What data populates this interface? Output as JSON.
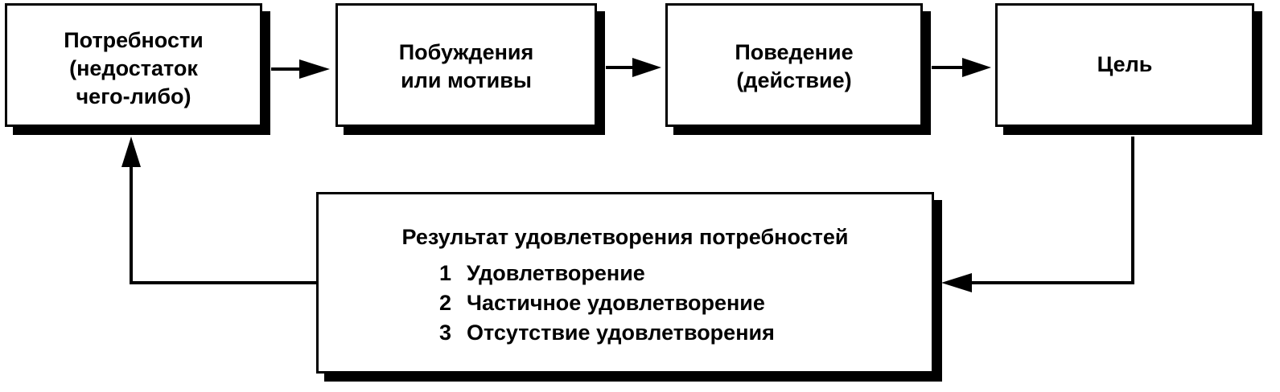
{
  "nodes": {
    "needs": {
      "lines": [
        "Потребности",
        "(недостаток",
        "чего-либо)"
      ]
    },
    "motives": {
      "lines": [
        "Побуждения",
        "или мотивы"
      ]
    },
    "behavior": {
      "lines": [
        "Поведение",
        "(действие)"
      ]
    },
    "goal": {
      "lines": [
        "Цель"
      ]
    }
  },
  "result": {
    "title": "Результат удовлетворения потребностей",
    "items": [
      {
        "num": "1",
        "text": "Удовлетворение"
      },
      {
        "num": "2",
        "text": "Частичное удовлетворение"
      },
      {
        "num": "3",
        "text": "Отсутствие удовлетворения"
      }
    ]
  },
  "colors": {
    "stroke": "#000000",
    "background": "#ffffff"
  }
}
